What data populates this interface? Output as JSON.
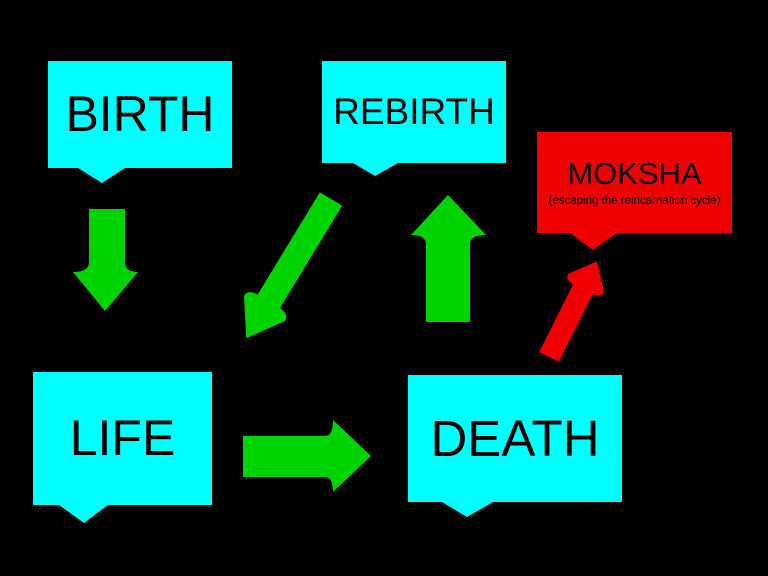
{
  "colors": {
    "background": "#000000",
    "node_fill": "#00ffff",
    "moksha_fill": "#ee0000",
    "arrow_green": "#00d400",
    "arrow_red": "#ee0000",
    "text": "#000000"
  },
  "nodes": {
    "birth": {
      "label": "BIRTH"
    },
    "rebirth": {
      "label": "REBIRTH"
    },
    "moksha": {
      "label": "MOKSHA",
      "sublabel": "(escaping the reincarnation cycle)"
    },
    "life": {
      "label": "LIFE"
    },
    "death": {
      "label": "DEATH"
    }
  },
  "arrows": [
    {
      "id": "birth-to-life",
      "from": "BIRTH",
      "to": "LIFE",
      "color": "green"
    },
    {
      "id": "rebirth-to-life",
      "from": "REBIRTH",
      "to": "LIFE",
      "color": "green"
    },
    {
      "id": "death-to-rebirth",
      "from": "DEATH",
      "to": "REBIRTH",
      "color": "green"
    },
    {
      "id": "life-to-death",
      "from": "LIFE",
      "to": "DEATH",
      "color": "green"
    },
    {
      "id": "death-to-moksha",
      "from": "DEATH",
      "to": "MOKSHA",
      "color": "red"
    }
  ]
}
